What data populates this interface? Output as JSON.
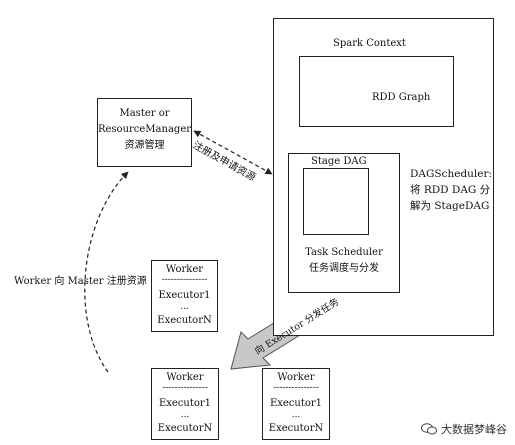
{
  "spark_context": {
    "title": "Spark Context"
  },
  "rdd_graph": {
    "label": "RDD Graph"
  },
  "stage_dag": {
    "title": "Stage DAG"
  },
  "task_scheduler": {
    "line1": "Task Scheduler",
    "line2": "任务调度与分发"
  },
  "dag_scheduler": {
    "line1": "DAGScheduler:",
    "line2": "将 RDD DAG 分",
    "line3": "解为 StageDAG"
  },
  "master": {
    "line1": "Master or",
    "line2": "ResourceManager",
    "line3": "资源管理"
  },
  "labels": {
    "register_request": "注册及申请资源",
    "worker_register": "Worker 向 Master 注册资源",
    "dispatch": "向 Executor 分发任务"
  },
  "workers": [
    {
      "title": "Worker",
      "separator": "---------------",
      "executor1": "Executor1",
      "dots": "...",
      "executorN": "ExecutorN"
    },
    {
      "title": "Worker",
      "separator": "---------------",
      "executor1": "Executor1",
      "dots": "...",
      "executorN": "ExecutorN"
    },
    {
      "title": "Worker",
      "separator": "---------------",
      "executor1": "Executor1",
      "dots": "...",
      "executorN": "ExecutorN"
    }
  ],
  "watermark": {
    "text": "大数据梦峰谷"
  },
  "colors": {
    "line": "#222222",
    "dispatch_arrow_fill": "#c8c8c8",
    "dispatch_arrow_stroke": "#555555"
  }
}
